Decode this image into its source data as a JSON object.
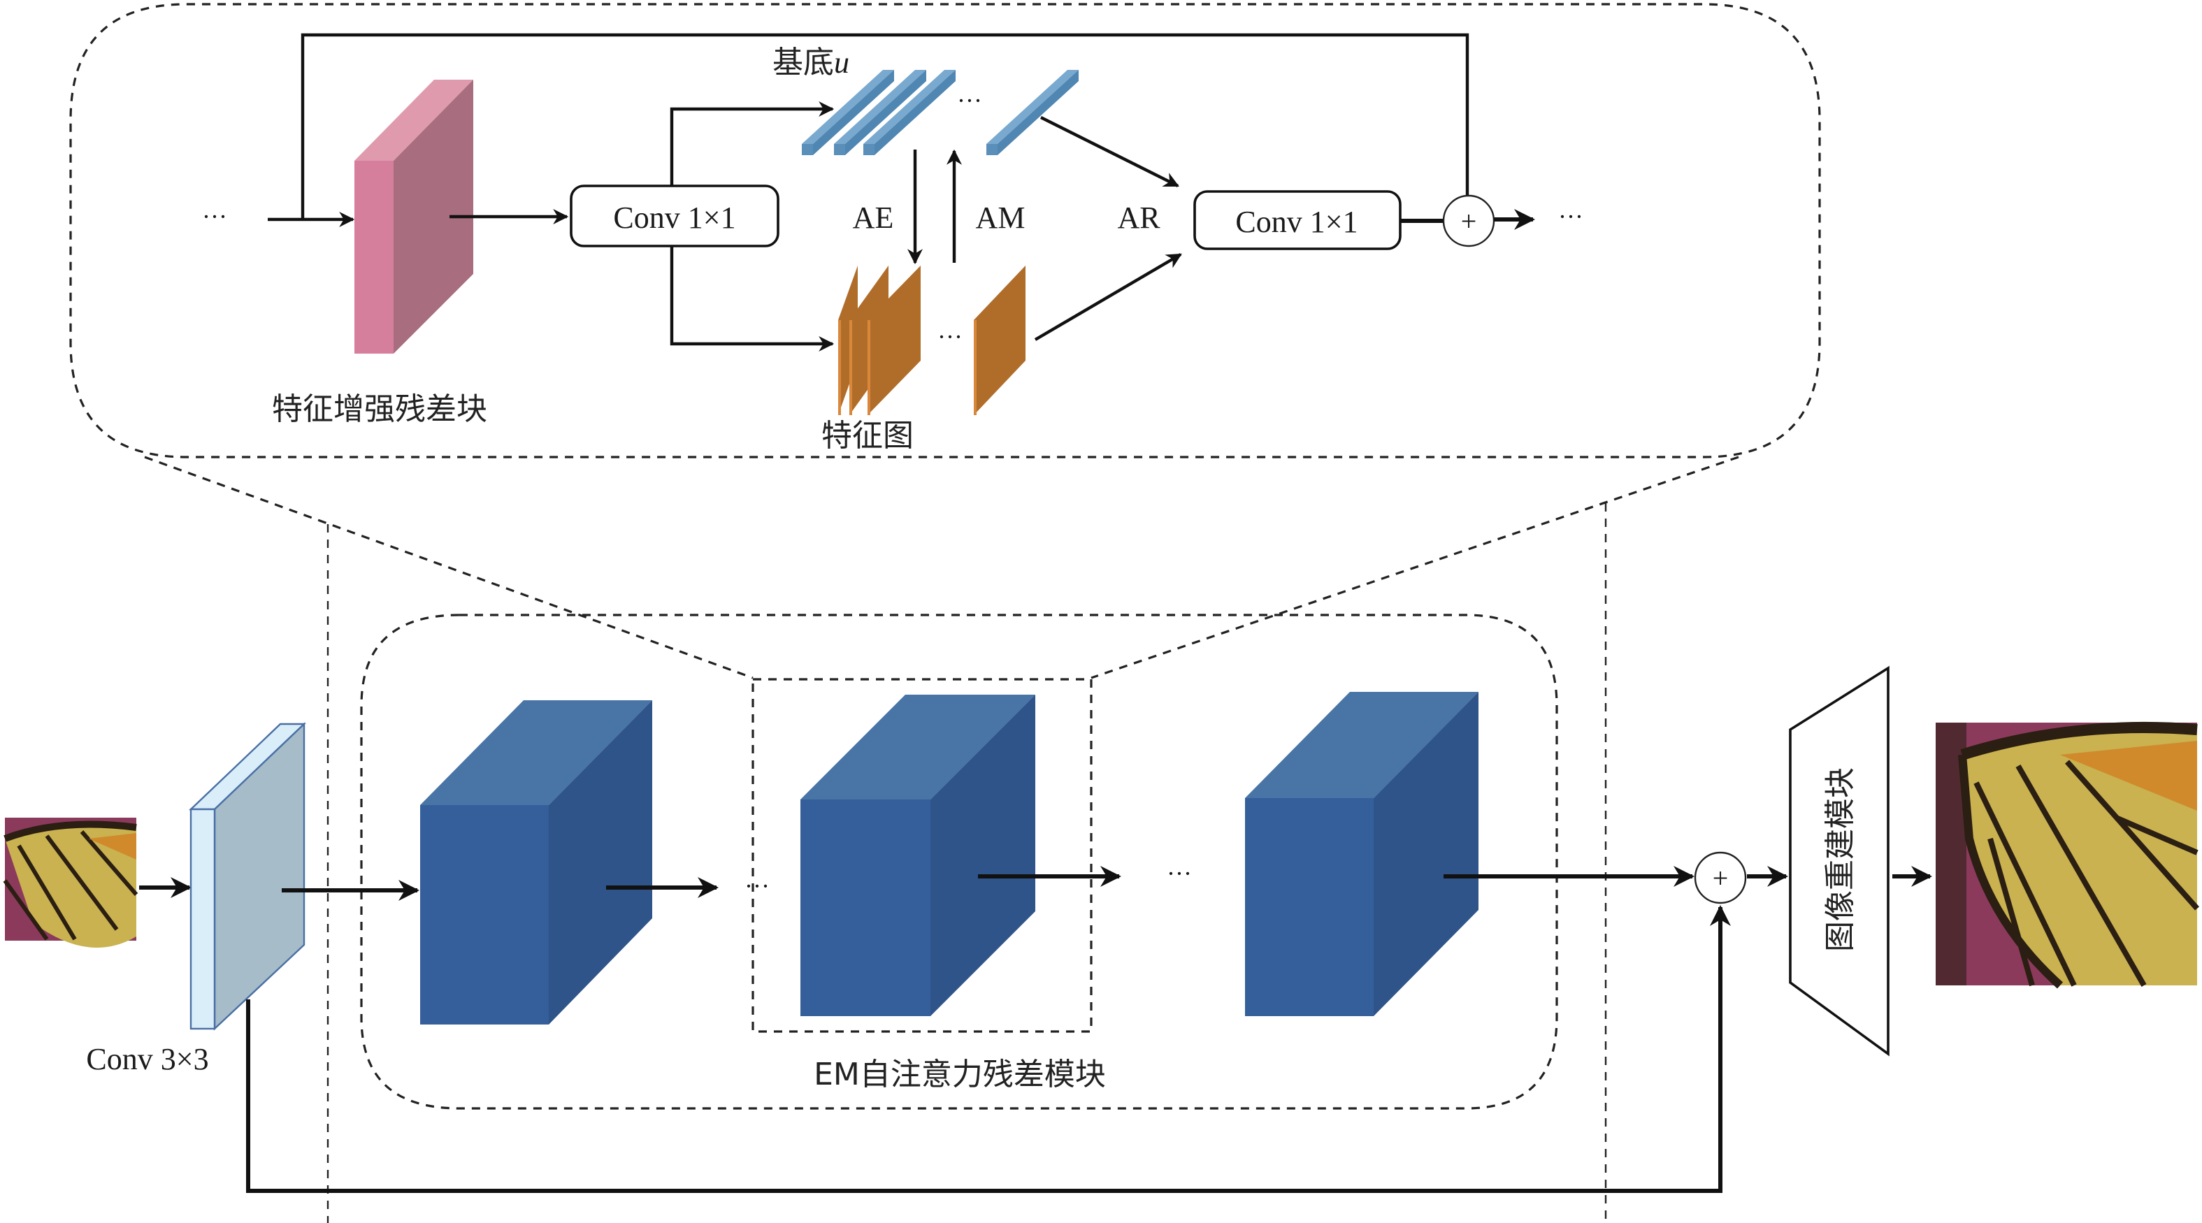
{
  "title": "EM self-attention super-resolution network architecture",
  "colors": {
    "pink_front": "#d67f9c",
    "pink_top": "#e09aae",
    "pink_side": "#a86d7f",
    "basis_light": "#79a9cf",
    "basis_dark": "#4f86b2",
    "feature_front": "#b06d2a",
    "feature_edge": "#d9873a",
    "blue_front": "#355f9b",
    "blue_top": "#4874a6",
    "blue_side": "#2f5489",
    "conv3_front": "#d9eef9",
    "conv3_side": "#a6bcc8",
    "conv3_border": "#4a6fa5"
  },
  "top_module": {
    "label": "特征增强残差块",
    "input_ellipsis": "···",
    "output_ellipsis": "···",
    "conv_a": "Conv 1×1",
    "conv_b": "Conv 1×1",
    "basis_label": "基底",
    "basis_var": "u",
    "basis_ellipsis": "···",
    "feature_label": "特征图",
    "feature_ellipsis": "···",
    "ae": "AE",
    "am": "AM",
    "ar": "AR",
    "plus": "+"
  },
  "bottom": {
    "conv3_label": "Conv 3×3",
    "em_label": "EM自注意力残差模块",
    "ellipsis_1": "···",
    "ellipsis_2": "···",
    "plus": "+",
    "recon_label": "图像重建模块"
  },
  "images": {
    "input": "low-resolution butterfly image",
    "output": "reconstructed butterfly image"
  }
}
